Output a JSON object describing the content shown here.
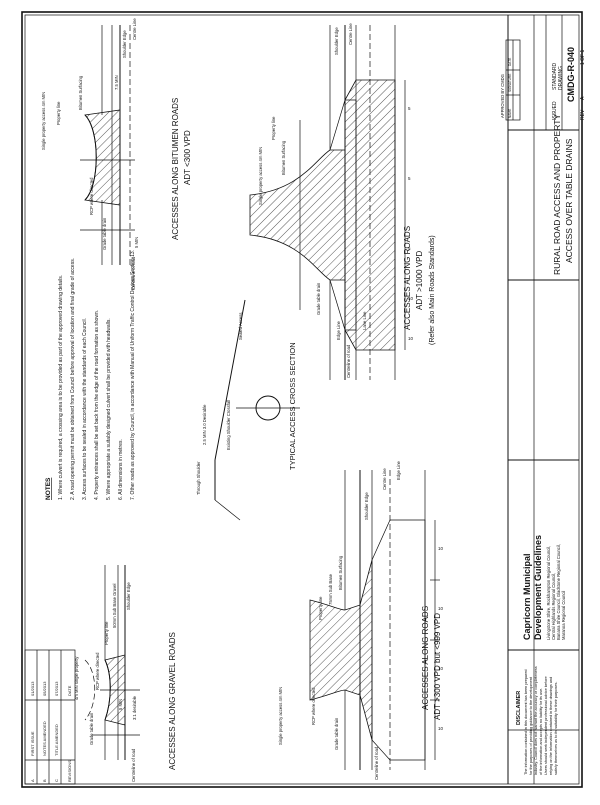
{
  "title_block": {
    "disclaimer_heading": "DISCLAIMER",
    "disclaimer_lines": [
      "The information contained in this document has been prepared",
      "for the purposes of providing guidance to the development",
      "industry. Council does not warrant the accuracy or completeness",
      "of the information and accepts no liability for its use.",
      "Users should seek independent professional advice before",
      "relying on the information contained in these drawings and",
      "satisfy themselves as to its suitability for their purposes."
    ],
    "org": "Capricorn Municipal",
    "org_sub": "Development Guidelines",
    "members": [
      "Livingstone Shire, Rockhampton Regional Council,",
      "Central Highlands Regional Council,",
      "Banana Shire Council, Gladstone Regional Council,",
      "Maranoa Regional Council"
    ],
    "drawing_title_1": "RURAL ROAD ACCESS AND PROPERTY",
    "drawing_title_2": "ACCESS OVER TABLE DRAINS",
    "issued_label": "ISSUED",
    "standard_label": "STANDARD",
    "drawing_label": "DRAWING",
    "drawing_number": "CMDG-R-040",
    "rev_label": "REV",
    "rev_value": "A",
    "sheet_label": "SHEET",
    "sheet_value": "1 OF 1",
    "approved_label": "APPROVED BY CMDG",
    "date_label": "DATE",
    "revisions_label": "REVISIONS",
    "revision_rows": [
      {
        "rev": "A",
        "desc": "FIRST ISSUE",
        "date": "01/2013"
      },
      {
        "rev": "B",
        "desc": "NOTES AMENDED",
        "date": "05/2013"
      },
      {
        "rev": "C",
        "desc": "TITLE AMENDED",
        "date": "07/2013"
      }
    ],
    "approved_table": {
      "headers": [
        "NAME",
        "SIGNATURE",
        "DATE"
      ],
      "rows": [
        [
          "",
          "",
          ""
        ]
      ]
    }
  },
  "notes": {
    "heading": "NOTES",
    "items": [
      "1. Where culvert is required, a crossing area is to be provided as part of the approved drawing details.",
      "2. A road opening permit must be obtained from Council before approval of location and final grade of access.",
      "3. Access surfaces to be sealed in accordance with the standards of each Council.",
      "4. Property entrances shall be set back from the edge of the road formation as shown.",
      "5. Where appropriate a suitably designed culvert shall be provided with headwalls.",
      "6. All dimensions in metres.",
      "7. Other roads as approved by Council, in accordance with Manual of Uniform Traffic Control Devices Section 13."
    ]
  },
  "diagrams": {
    "gravel": {
      "title": "ACCESSES ALONG GRAVEL ROADS",
      "labels": {
        "property_line": "Property line",
        "sub_base": "50mm Sub Base Gravel",
        "shoulder_edge": "Shoulder Edge",
        "min_property": "4m MIN single property",
        "invert": "RCP where directed",
        "grade": "Grade table drain",
        "slope": "3:1 desirable",
        "dim": "5 MIN",
        "centre": "Centreline of road"
      }
    },
    "bitumen_low": {
      "title": "ACCESSES ALONG BITUMEN ROADS",
      "subtitle": "ADT <300 VPD",
      "labels": {
        "property_line": "Property line",
        "seal": "Bitumen Surfacing",
        "shoulder": "Shoulder Edge",
        "centre": "Centre Line",
        "min_access": "Single property access 4m MIN",
        "dim_a": "7.5 MIN",
        "dim_b": "5 MIN",
        "rcp": "RCP where directed",
        "grade": "Grade table drain",
        "centreline": "Centreline of road"
      }
    },
    "typical": {
      "title": "TYPICAL ACCESS CROSS SECTION",
      "labels": {
        "sealed": "Sealed Access",
        "existing": "Existing Shoulder Crossfall",
        "grade": "2.5 MIN 3.0 Desirable",
        "table": "Table drain",
        "drain": "Through Shoulder"
      }
    },
    "bitumen_high": {
      "title": "ACCESSES ALONG ROADS",
      "subtitle": "ADT >1000 VPD",
      "note": "(Refer also Main Roads Standards)",
      "labels": {
        "property_line": "Property line",
        "seal": "Bitumen Surfacing",
        "shoulder": "Shoulder Edge",
        "centre": "Centre Line",
        "edge": "Edge Line",
        "lane": "Lane Line",
        "dims": [
          "5",
          "5",
          "5",
          "10",
          "10"
        ],
        "access": "Single property access 4m MIN",
        "grade": "Grade table drain",
        "centreline": "Centreline of road"
      }
    },
    "mid": {
      "title": "ACCESSES ALONG ROADS",
      "subtitle": "ADT >300 VPD but <999 VPD",
      "labels": {
        "property_line": "Property line",
        "base": "75mm Sub Base",
        "seal": "Bitumen Surfacing",
        "shoulder": "Shoulder Edge",
        "centre": "Centre Line",
        "edge": "Edge Line",
        "dims": [
          "10",
          "10",
          "10",
          "10"
        ],
        "access": "Single property access 4m MIN",
        "rcp": "RCP where directed",
        "grade": "Grade table drain",
        "centreline": "Centreline of road"
      }
    }
  }
}
